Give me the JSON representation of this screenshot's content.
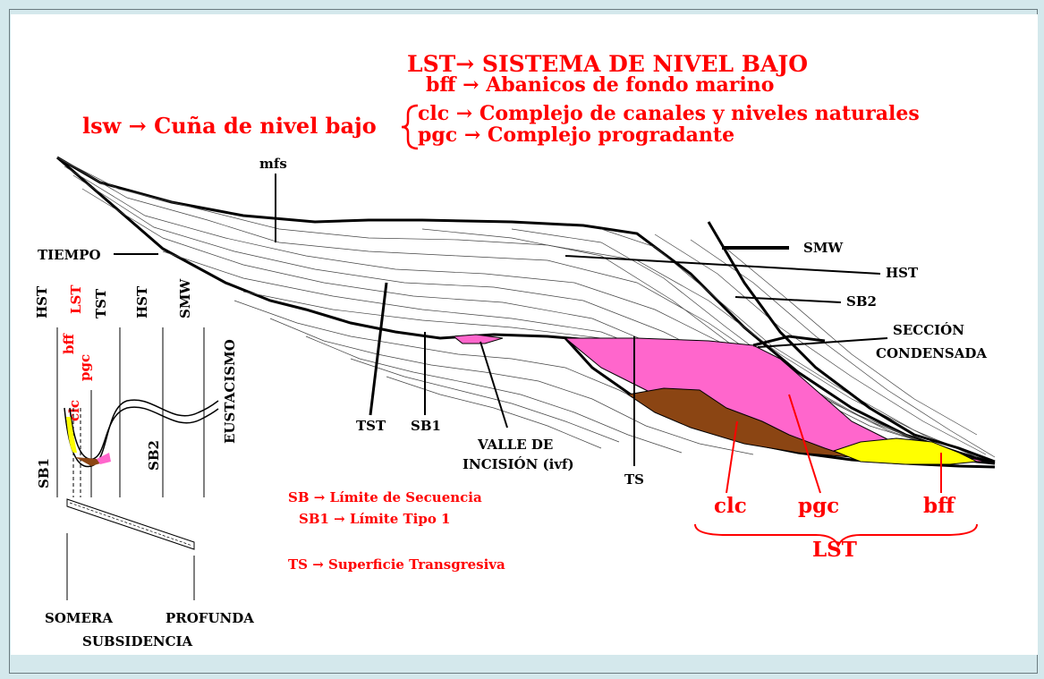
{
  "legend_top": {
    "lst": "LST→  SISTEMA  DE  NIVEL  BAJO",
    "bff": "bff → Abanicos  de  fondo  marino",
    "lsw": "lsw → Cuña  de  nivel  bajo",
    "clc": "clc → Complejo de canales y niveles naturales",
    "pgc": "pgc → Complejo progradante"
  },
  "labels": {
    "mfs": "mfs",
    "tiempo": "TIEMPO",
    "smw": "SMW",
    "hst": "HST",
    "sb2": "SB2",
    "seccion1": "SECCIÓN",
    "seccion2": "CONDENSADA",
    "tst": "TST",
    "sb1": "SB1",
    "valle1": "VALLE DE",
    "valle2": "INCISIÓN (ivf)",
    "ts": "TS"
  },
  "curve_labels": {
    "hst": "HST",
    "lst": "LST",
    "tst": "TST",
    "hst2": "HST",
    "smw": "SMW",
    "bff": "bff",
    "pgc": "pgc",
    "clc": "clc",
    "sb1": "SB1",
    "sb2": "SB2",
    "eustacismo": "EUSTACISMO"
  },
  "legend_bottom": {
    "sb": "SB → Límite de  Secuencia",
    "sb1": "SB1 → Límite Tipo  1",
    "ts": "TS → Superficie  Transgresiva"
  },
  "bottom_labels": {
    "clc": "clc",
    "pgc": "pgc",
    "bff": "bff",
    "lst": "LST"
  },
  "subsidence": {
    "somera": "SOMERA",
    "profunda": "PROFUNDA",
    "subsidencia": "SUBSIDENCIA"
  },
  "colors": {
    "background": "#d4e8ec",
    "red_text": "#ff0000",
    "magenta": "#ff66cc",
    "brown": "#8b4513",
    "yellow": "#ffff00"
  }
}
